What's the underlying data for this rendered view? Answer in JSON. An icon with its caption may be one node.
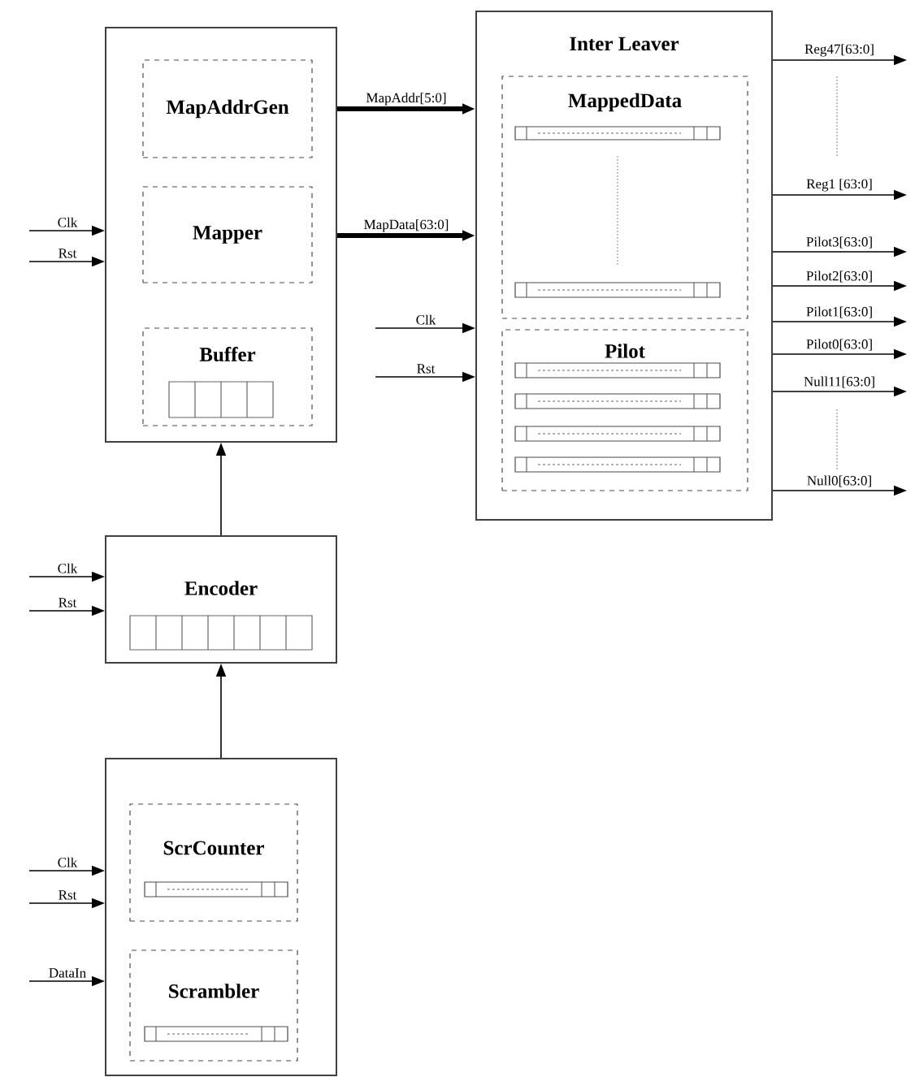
{
  "diagram": {
    "nodes": [
      {
        "text": [],
        "shape": "box"
      },
      {
        "text": [
          "MapAddrGen"
        ],
        "in": 0
      },
      {
        "text": [
          "Mapper"
        ],
        "in": 0
      },
      {
        "text": [
          "Buffer"
        ],
        "in": 0
      },
      {
        "text": [
          "Inter Leaver"
        ]
      },
      {
        "text": [
          "MappedData"
        ],
        "in": 4
      },
      {
        "text": [
          "Pilot"
        ],
        "in": 4
      },
      {
        "text": [
          "Encoder"
        ]
      },
      {
        "text": [],
        "shape": "box"
      },
      {
        "text": [
          "ScrCounter"
        ],
        "in": 8
      },
      {
        "text": [
          "Scrambler"
        ],
        "in": 8
      }
    ],
    "edges": [
      {
        "from": null,
        "to": 0,
        "arrow": "to",
        "label": "Clk"
      },
      {
        "from": null,
        "to": 0,
        "arrow": "to",
        "label": "Rst"
      },
      {
        "from": 0,
        "to": 4,
        "arrow": "to",
        "label": "MapAddr[5:0]",
        "style": "thick"
      },
      {
        "from": 0,
        "to": 4,
        "arrow": "to",
        "label": "MapData[63:0]",
        "style": "thick"
      },
      {
        "from": null,
        "to": 4,
        "arrow": "to",
        "label": "Clk"
      },
      {
        "from": null,
        "to": 4,
        "arrow": "to",
        "label": "Rst"
      },
      {
        "from": 4,
        "to": null,
        "arrow": "to",
        "label": "Reg47[63:0]"
      },
      {
        "from": 4,
        "to": null,
        "arrow": "to",
        "label": "Reg1 [63:0]"
      },
      {
        "from": 4,
        "to": null,
        "arrow": "to",
        "label": "Pilot3[63:0]"
      },
      {
        "from": 4,
        "to": null,
        "arrow": "to",
        "label": "Pilot2[63:0]"
      },
      {
        "from": 4,
        "to": null,
        "arrow": "to",
        "label": "Pilot1[63:0]"
      },
      {
        "from": 4,
        "to": null,
        "arrow": "to",
        "label": "Pilot0[63:0]"
      },
      {
        "from": 4,
        "to": null,
        "arrow": "to",
        "label": "Null11[63:0]"
      },
      {
        "from": 4,
        "to": null,
        "arrow": "to",
        "label": "Null0[63:0]"
      },
      {
        "from": 7,
        "to": 0,
        "arrow": "to"
      },
      {
        "from": null,
        "to": 7,
        "arrow": "to",
        "label": "Clk"
      },
      {
        "from": null,
        "to": 7,
        "arrow": "to",
        "label": "Rst"
      },
      {
        "from": 8,
        "to": 7,
        "arrow": "to"
      },
      {
        "from": null,
        "to": 8,
        "arrow": "to",
        "label": "Clk"
      },
      {
        "from": null,
        "to": 8,
        "arrow": "to",
        "label": "Rst"
      },
      {
        "from": null,
        "to": 8,
        "arrow": "to",
        "label": "DataIn"
      }
    ]
  }
}
